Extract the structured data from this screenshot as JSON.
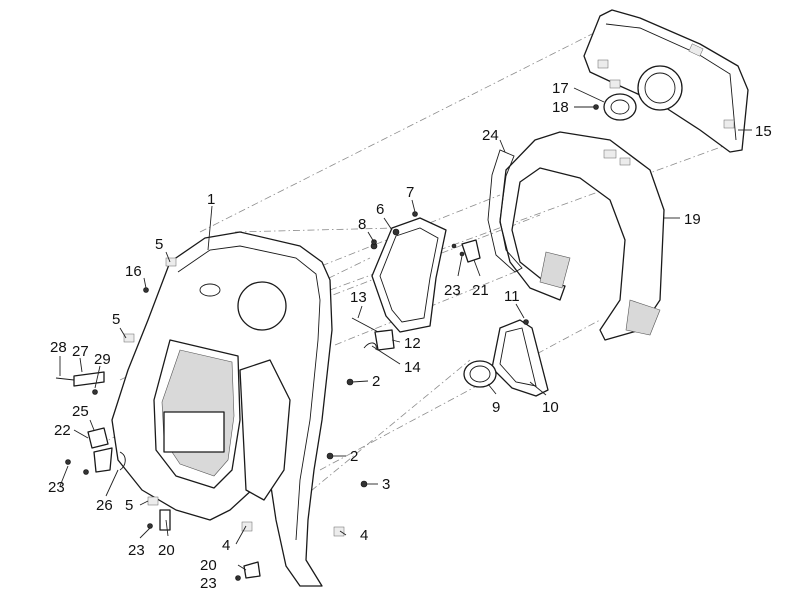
{
  "callouts": {
    "c1": "1",
    "c2a": "2",
    "c2b": "2",
    "c3": "3",
    "c4a": "4",
    "c4b": "4",
    "c5a": "5",
    "c5b": "5",
    "c5c": "5",
    "c6": "6",
    "c7": "7",
    "c8": "8",
    "c9": "9",
    "c10": "10",
    "c11": "11",
    "c12": "12",
    "c13": "13",
    "c14": "14",
    "c15": "15",
    "c16": "16",
    "c17": "17",
    "c18": "18",
    "c19": "19",
    "c20a": "20",
    "c20b": "20",
    "c21": "21",
    "c22": "22",
    "c23a": "23",
    "c23b": "23",
    "c23c": "23",
    "c23d": "23",
    "c24": "24",
    "c25": "25",
    "c26": "26",
    "c27": "27",
    "c28": "28",
    "c29": "29"
  }
}
